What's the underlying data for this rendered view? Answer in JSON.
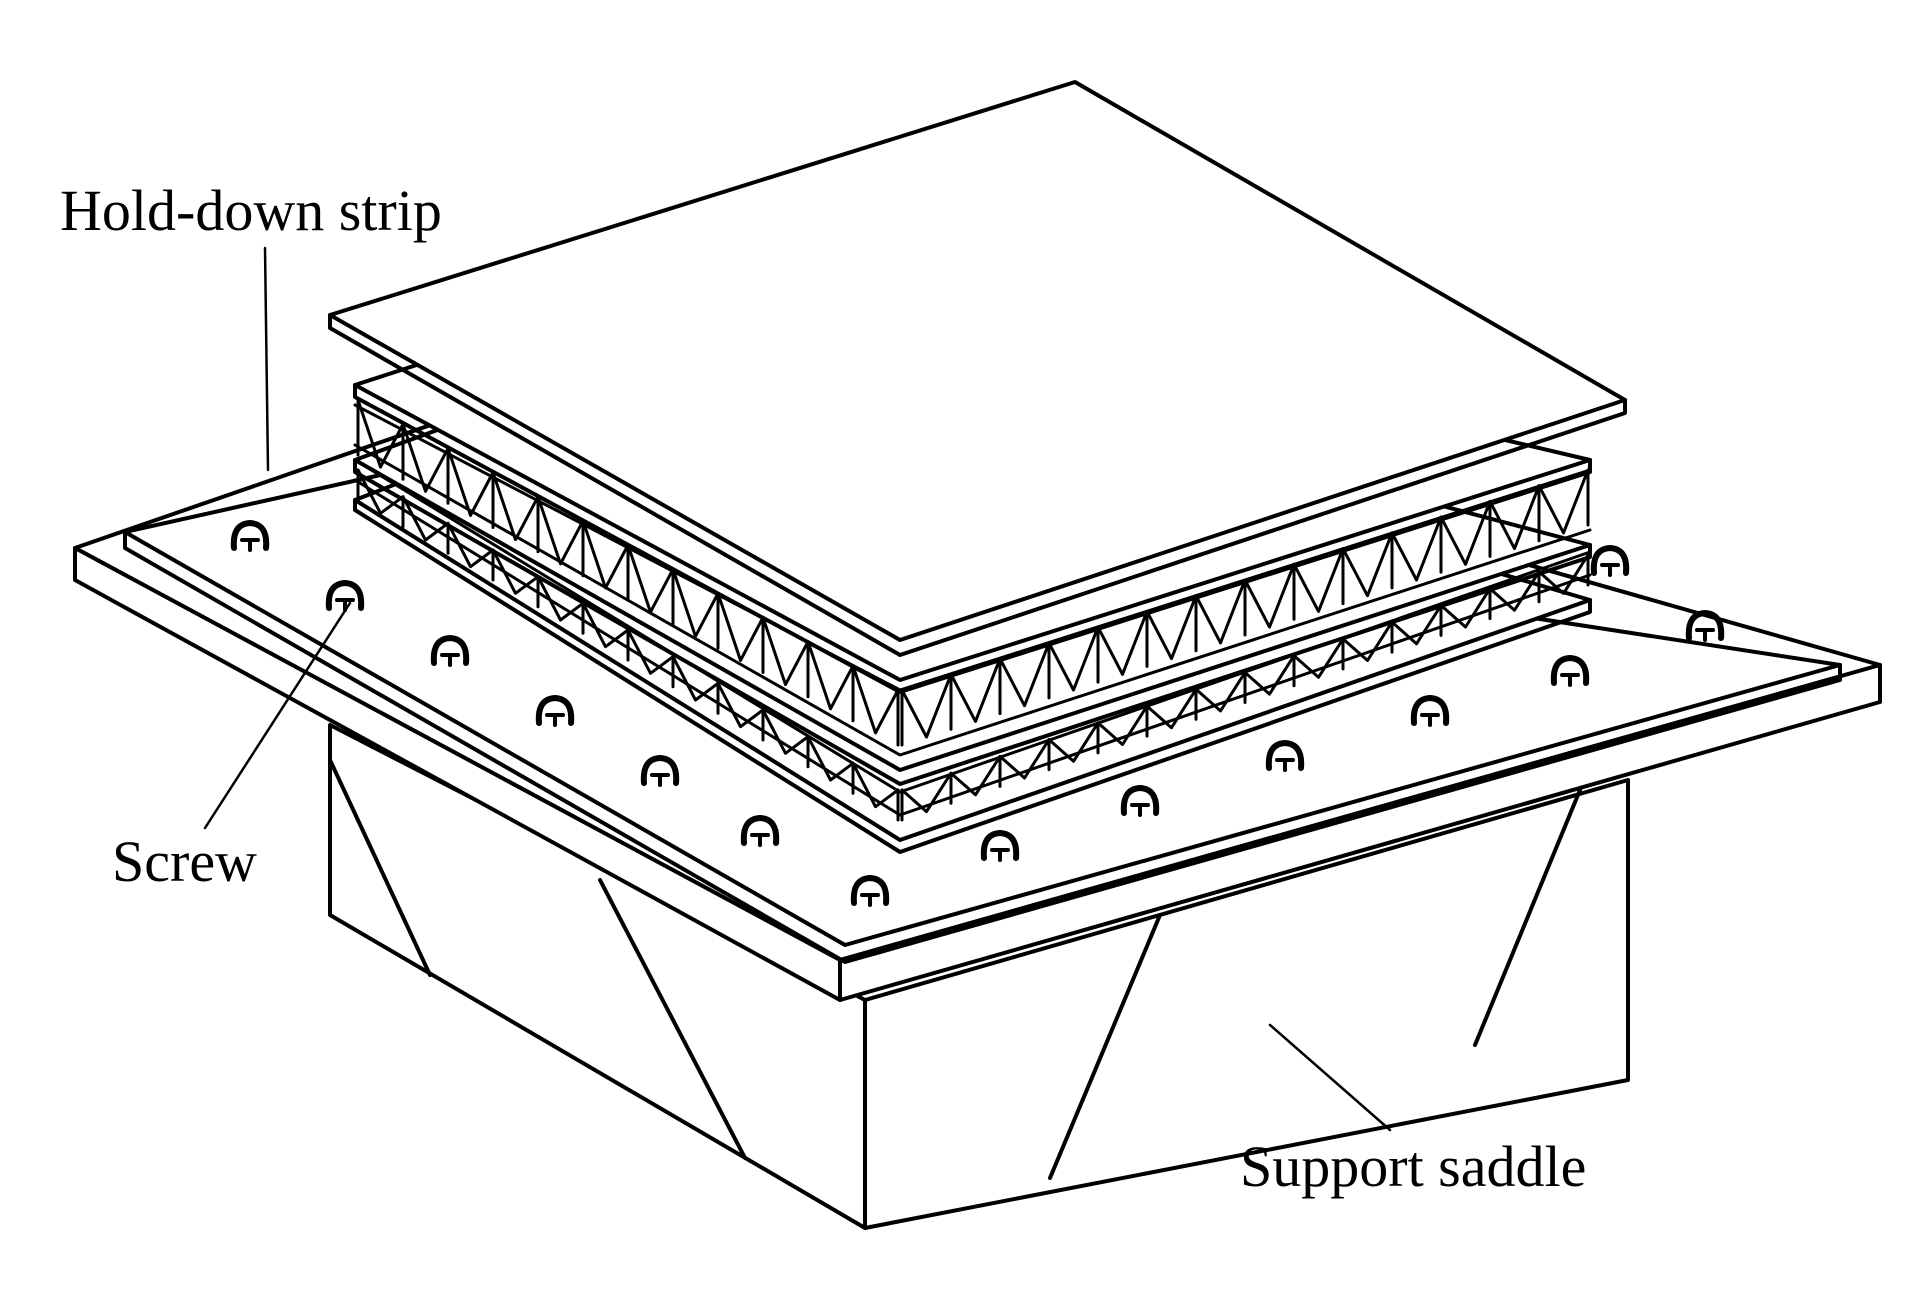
{
  "labels": {
    "hold_down_strip": "Hold-down strip",
    "screw": "Screw",
    "support_saddle": "Support saddle"
  },
  "colors": {
    "line": "#000000",
    "background": "#ffffff"
  }
}
